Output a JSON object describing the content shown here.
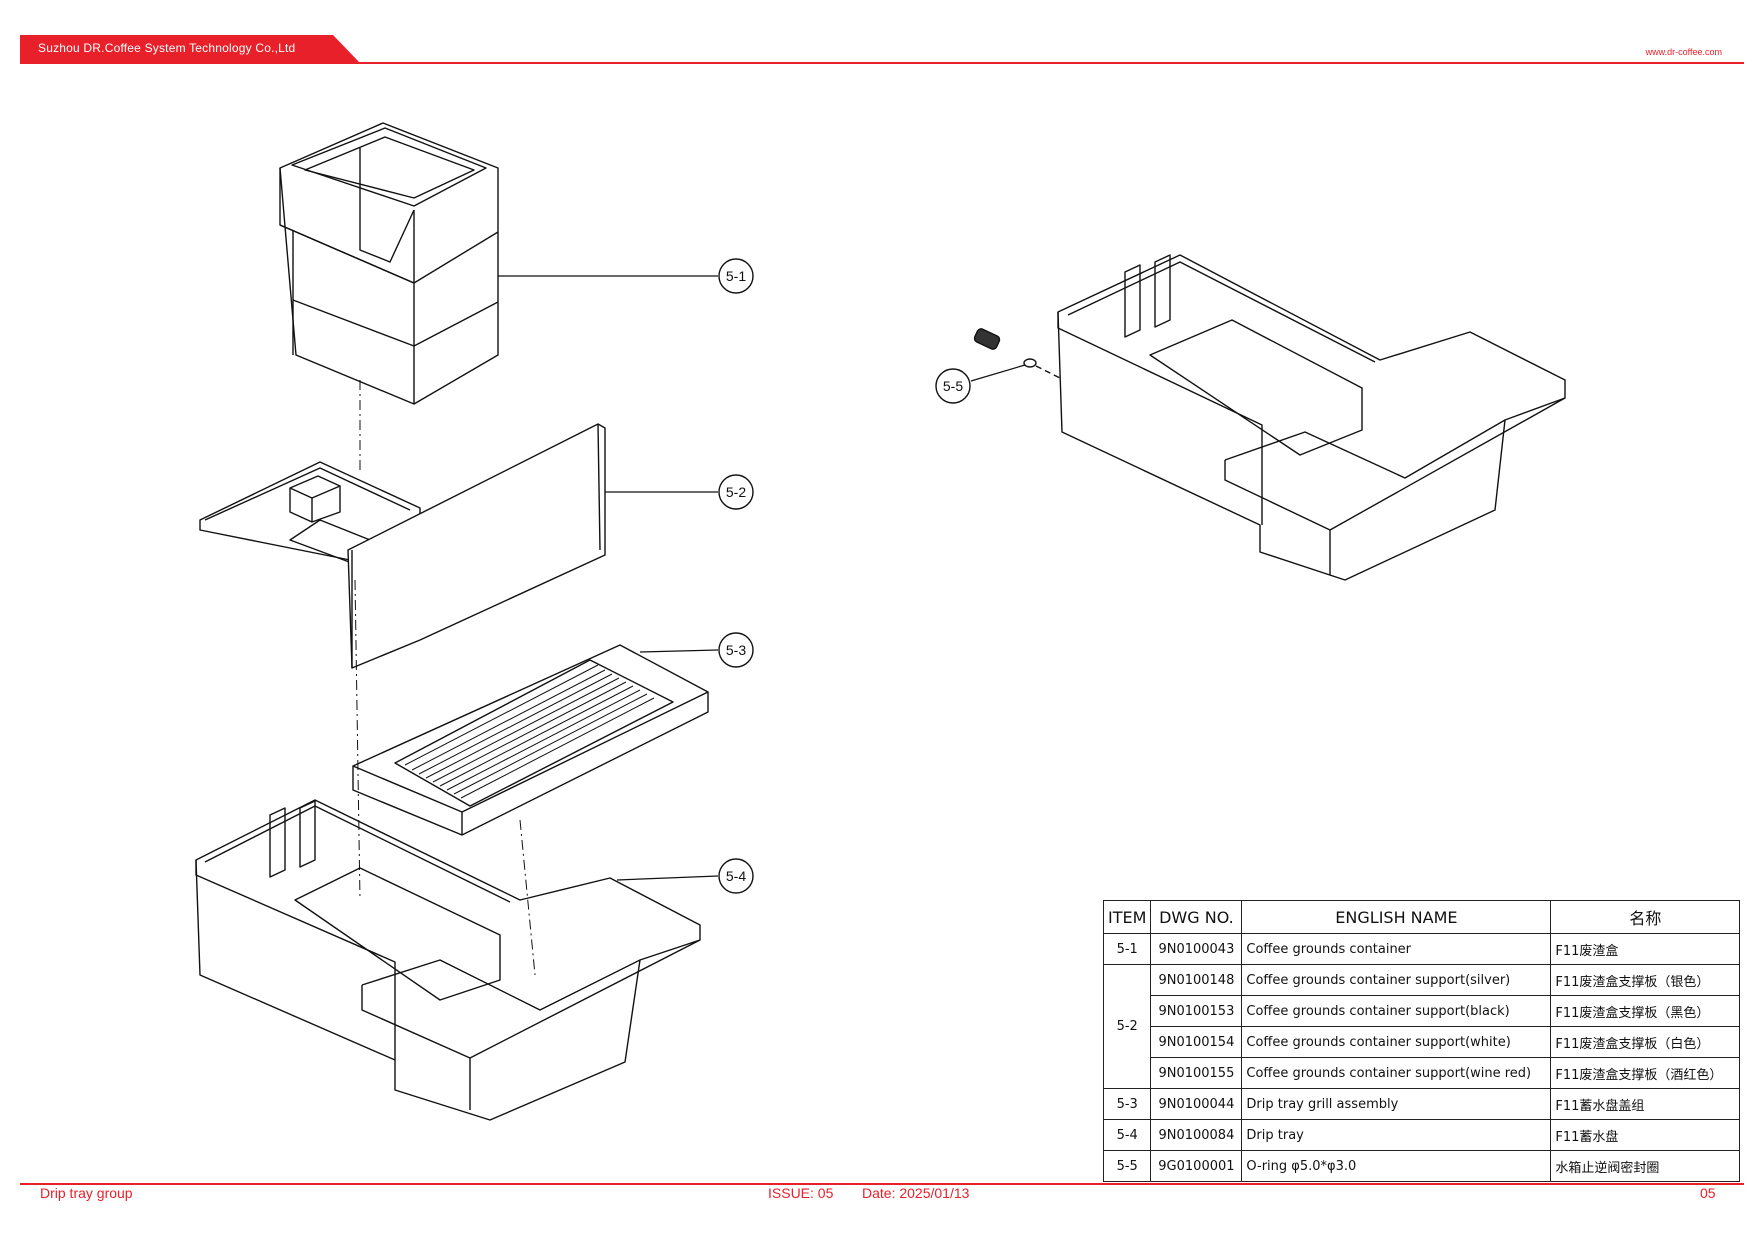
{
  "header": {
    "company": "Suzhou DR.Coffee System Technology Co.,Ltd",
    "website": "www.dr-coffee.com",
    "accent_color": "#e8202a"
  },
  "callouts": [
    "5-1",
    "5-2",
    "5-3",
    "5-4",
    "5-5"
  ],
  "table": {
    "headers": [
      "ITEM",
      "DWG NO.",
      "ENGLISH NAME",
      "名称"
    ],
    "rows": [
      {
        "item": "5-1",
        "dwg": "9N0100043",
        "en": "Coffee grounds container",
        "cn": "F11废渣盒"
      },
      {
        "item": "5-2",
        "dwg": "9N0100148",
        "en": "Coffee grounds container support(silver)",
        "cn": "F11废渣盒支撑板（银色）"
      },
      {
        "item": "",
        "dwg": "9N0100153",
        "en": "Coffee grounds container support(black)",
        "cn": "F11废渣盒支撑板（黑色）"
      },
      {
        "item": "",
        "dwg": "9N0100154",
        "en": "Coffee grounds container support(white)",
        "cn": "F11废渣盒支撑板（白色）"
      },
      {
        "item": "",
        "dwg": "9N0100155",
        "en": "Coffee grounds container support(wine red)",
        "cn": "F11废渣盒支撑板（酒红色）"
      },
      {
        "item": "5-3",
        "dwg": "9N0100044",
        "en": "Drip tray grill assembly",
        "cn": "F11蓄水盘盖组"
      },
      {
        "item": "5-4",
        "dwg": "9N0100084",
        "en": "Drip tray",
        "cn": "F11蓄水盘"
      },
      {
        "item": "5-5",
        "dwg": "9G0100001",
        "en": "O-ring φ5.0*φ3.0",
        "cn": "水箱止逆阀密封圈"
      }
    ]
  },
  "footer": {
    "title": "Drip tray group",
    "issue": "ISSUE:  05",
    "date": "Date:  2025/01/13",
    "page": "05"
  }
}
